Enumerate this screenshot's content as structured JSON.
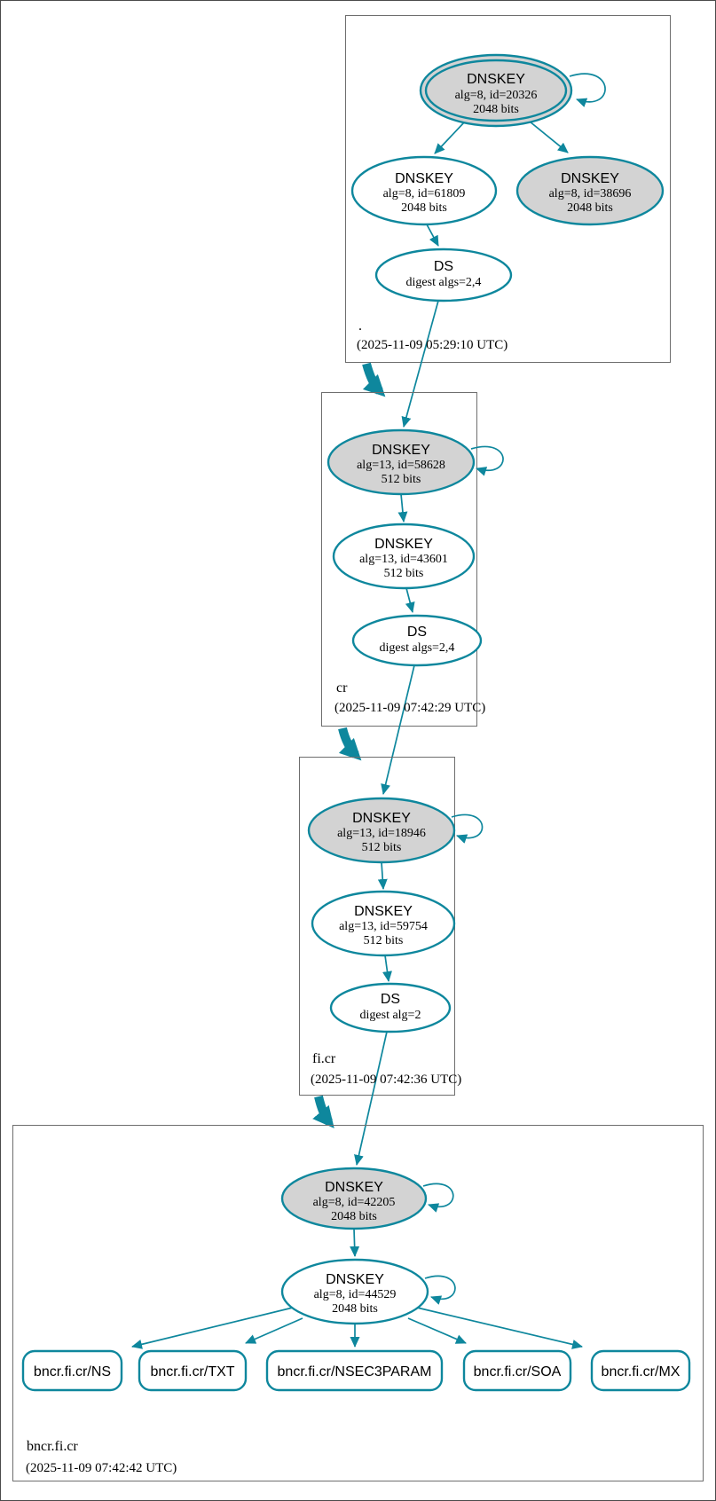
{
  "diagram": {
    "type": "dnssec-authentication-chain",
    "colors": {
      "edge": "#0e879d",
      "ksk_fill": "#d3d3d3",
      "node_fill": "#ffffff",
      "box_border": "#6e6e6e",
      "outer_border": "#4a4a4a",
      "text": "#000000"
    },
    "zones": [
      {
        "name": ".",
        "timestamp": "(2025-11-09 05:29:10 UTC)",
        "nodes": {
          "ksk": {
            "title": "DNSKEY",
            "detail": "alg=8, id=20326",
            "bits": "2048 bits"
          },
          "zsk": {
            "title": "DNSKEY",
            "detail": "alg=8, id=61809",
            "bits": "2048 bits"
          },
          "key2": {
            "title": "DNSKEY",
            "detail": "alg=8, id=38696",
            "bits": "2048 bits"
          },
          "ds": {
            "title": "DS",
            "detail": "digest algs=2,4"
          }
        }
      },
      {
        "name": "cr",
        "timestamp": "(2025-11-09 07:42:29 UTC)",
        "nodes": {
          "ksk": {
            "title": "DNSKEY",
            "detail": "alg=13, id=58628",
            "bits": "512 bits"
          },
          "zsk": {
            "title": "DNSKEY",
            "detail": "alg=13, id=43601",
            "bits": "512 bits"
          },
          "ds": {
            "title": "DS",
            "detail": "digest algs=2,4"
          }
        }
      },
      {
        "name": "fi.cr",
        "timestamp": "(2025-11-09 07:42:36 UTC)",
        "nodes": {
          "ksk": {
            "title": "DNSKEY",
            "detail": "alg=13, id=18946",
            "bits": "512 bits"
          },
          "zsk": {
            "title": "DNSKEY",
            "detail": "alg=13, id=59754",
            "bits": "512 bits"
          },
          "ds": {
            "title": "DS",
            "detail": "digest alg=2"
          }
        }
      },
      {
        "name": "bncr.fi.cr",
        "timestamp": "(2025-11-09 07:42:42 UTC)",
        "nodes": {
          "ksk": {
            "title": "DNSKEY",
            "detail": "alg=8, id=42205",
            "bits": "2048 bits"
          },
          "zsk": {
            "title": "DNSKEY",
            "detail": "alg=8, id=44529",
            "bits": "2048 bits"
          }
        },
        "rrsets": [
          "bncr.fi.cr/NS",
          "bncr.fi.cr/TXT",
          "bncr.fi.cr/NSEC3PARAM",
          "bncr.fi.cr/SOA",
          "bncr.fi.cr/MX"
        ]
      }
    ]
  }
}
